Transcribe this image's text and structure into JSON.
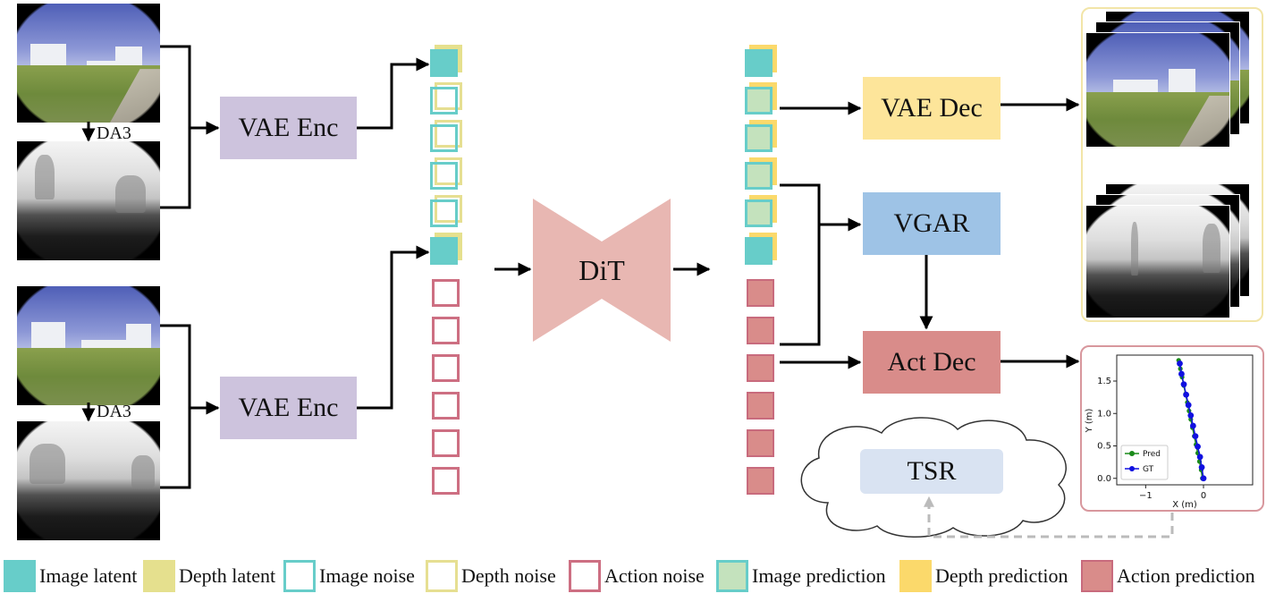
{
  "modules": {
    "vae_enc_top": "VAE Enc",
    "vae_enc_bottom": "VAE Enc",
    "dit": "DiT",
    "vae_dec": "VAE Dec",
    "vgar": "VGAR",
    "act_dec": "Act Dec",
    "tsr": "TSR"
  },
  "depth_labels": {
    "top": "DA3",
    "bottom": "DA3"
  },
  "legend": [
    {
      "label": "Image latent",
      "style": "img-lat"
    },
    {
      "label": "Depth latent",
      "style": "dep-lat"
    },
    {
      "label": "Image noise",
      "style": "img-noise"
    },
    {
      "label": "Depth noise",
      "style": "dep-noise"
    },
    {
      "label": "Action noise",
      "style": "act-noise"
    },
    {
      "label": "Image prediction",
      "style": "img-pred"
    },
    {
      "label": "Depth prediction",
      "style": "dep-pred"
    },
    {
      "label": "Action prediction",
      "style": "act-pred"
    }
  ],
  "colors": {
    "image": "#67cdc9",
    "depth": "#e5e08e",
    "depth_prediction": "#fbd96b",
    "image_prediction": "#c4e2bd",
    "action": "#d98c8a",
    "vae_enc": "#cdc3dd",
    "dit": "#e8b7b2",
    "vae_dec": "#fde59a",
    "vgar": "#9ec3e6",
    "act_dec": "#d98c8a",
    "tsr": "#d9e3f2"
  },
  "chart_data": {
    "type": "line",
    "title": "",
    "xlabel": "X (m)",
    "ylabel": "Y (m)",
    "xlim": [
      -1.5,
      0.85
    ],
    "ylim": [
      -0.1,
      1.9
    ],
    "xticks": [
      -1,
      0
    ],
    "yticks": [
      0.0,
      0.5,
      1.0,
      1.5
    ],
    "ytick_labels": [
      "0.0",
      "0.5",
      "1.0",
      "1.5"
    ],
    "xtick_labels": [
      "−1",
      "0"
    ],
    "legend_position": "lower-left",
    "series": [
      {
        "name": "Pred",
        "color": "#1a8a1a",
        "x": [
          -0.02,
          -0.04,
          -0.07,
          -0.1,
          -0.13,
          -0.16,
          -0.19,
          -0.22,
          -0.25,
          -0.28,
          -0.31,
          -0.34,
          -0.37,
          -0.4,
          -0.43
        ],
        "y": [
          0.0,
          0.13,
          0.26,
          0.39,
          0.52,
          0.65,
          0.78,
          0.91,
          1.04,
          1.17,
          1.3,
          1.43,
          1.56,
          1.69,
          1.82
        ]
      },
      {
        "name": "GT",
        "color": "#1010e0",
        "x": [
          0.0,
          -0.03,
          -0.06,
          -0.1,
          -0.14,
          -0.18,
          -0.22,
          -0.26,
          -0.3,
          -0.34,
          -0.38,
          -0.41
        ],
        "y": [
          0.0,
          0.17,
          0.33,
          0.49,
          0.65,
          0.81,
          0.97,
          1.13,
          1.29,
          1.45,
          1.61,
          1.77
        ]
      }
    ]
  }
}
